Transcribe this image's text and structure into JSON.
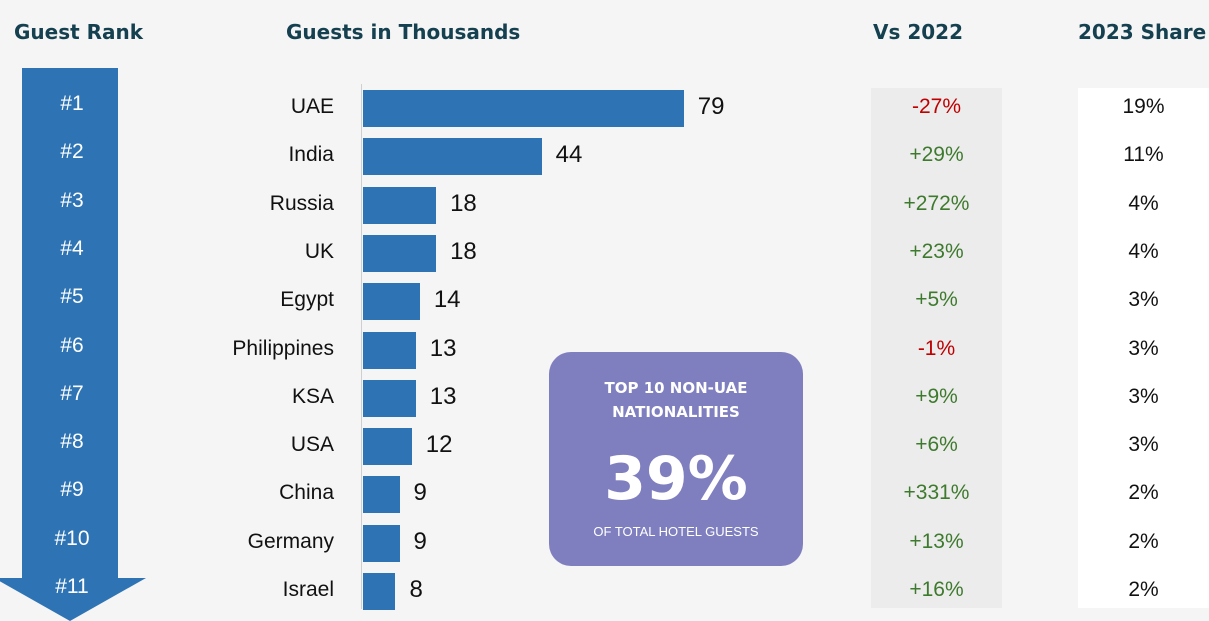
{
  "headers": {
    "rank": "Guest Rank",
    "guests": "Guests in Thousands",
    "vs": "Vs 2022",
    "share": "2023 Share"
  },
  "colors": {
    "bar": "#2e74b5",
    "arrow": "#2e74b5",
    "positive": "#3e7a2d",
    "negative": "#c00000",
    "callout": "#7f7fbf",
    "header": "#15404f"
  },
  "chart_data": {
    "type": "bar",
    "orientation": "horizontal",
    "title": "Guests in Thousands",
    "categories": [
      "UAE",
      "India",
      "Russia",
      "UK",
      "Egypt",
      "Philippines",
      "KSA",
      "USA",
      "China",
      "Germany",
      "Israel"
    ],
    "values": [
      79,
      44,
      18,
      18,
      14,
      13,
      13,
      12,
      9,
      9,
      8
    ],
    "xlim": [
      0,
      100
    ],
    "grid": false,
    "ranks": [
      "#1",
      "#2",
      "#3",
      "#4",
      "#5",
      "#6",
      "#7",
      "#8",
      "#9",
      "#10",
      "#11"
    ],
    "vs_2022": [
      "-27%",
      "+29%",
      "+272%",
      "+23%",
      "+5%",
      "-1%",
      "+9%",
      "+6%",
      "+331%",
      "+13%",
      "+16%"
    ],
    "share_2023": [
      "19%",
      "11%",
      "4%",
      "4%",
      "3%",
      "3%",
      "3%",
      "3%",
      "2%",
      "2%",
      "2%"
    ]
  },
  "callout": {
    "heading_line1": "TOP 10 NON-UAE",
    "heading_line2": "NATIONALITIES",
    "big_value": "39%",
    "subtext": "OF TOTAL HOTEL GUESTS"
  }
}
